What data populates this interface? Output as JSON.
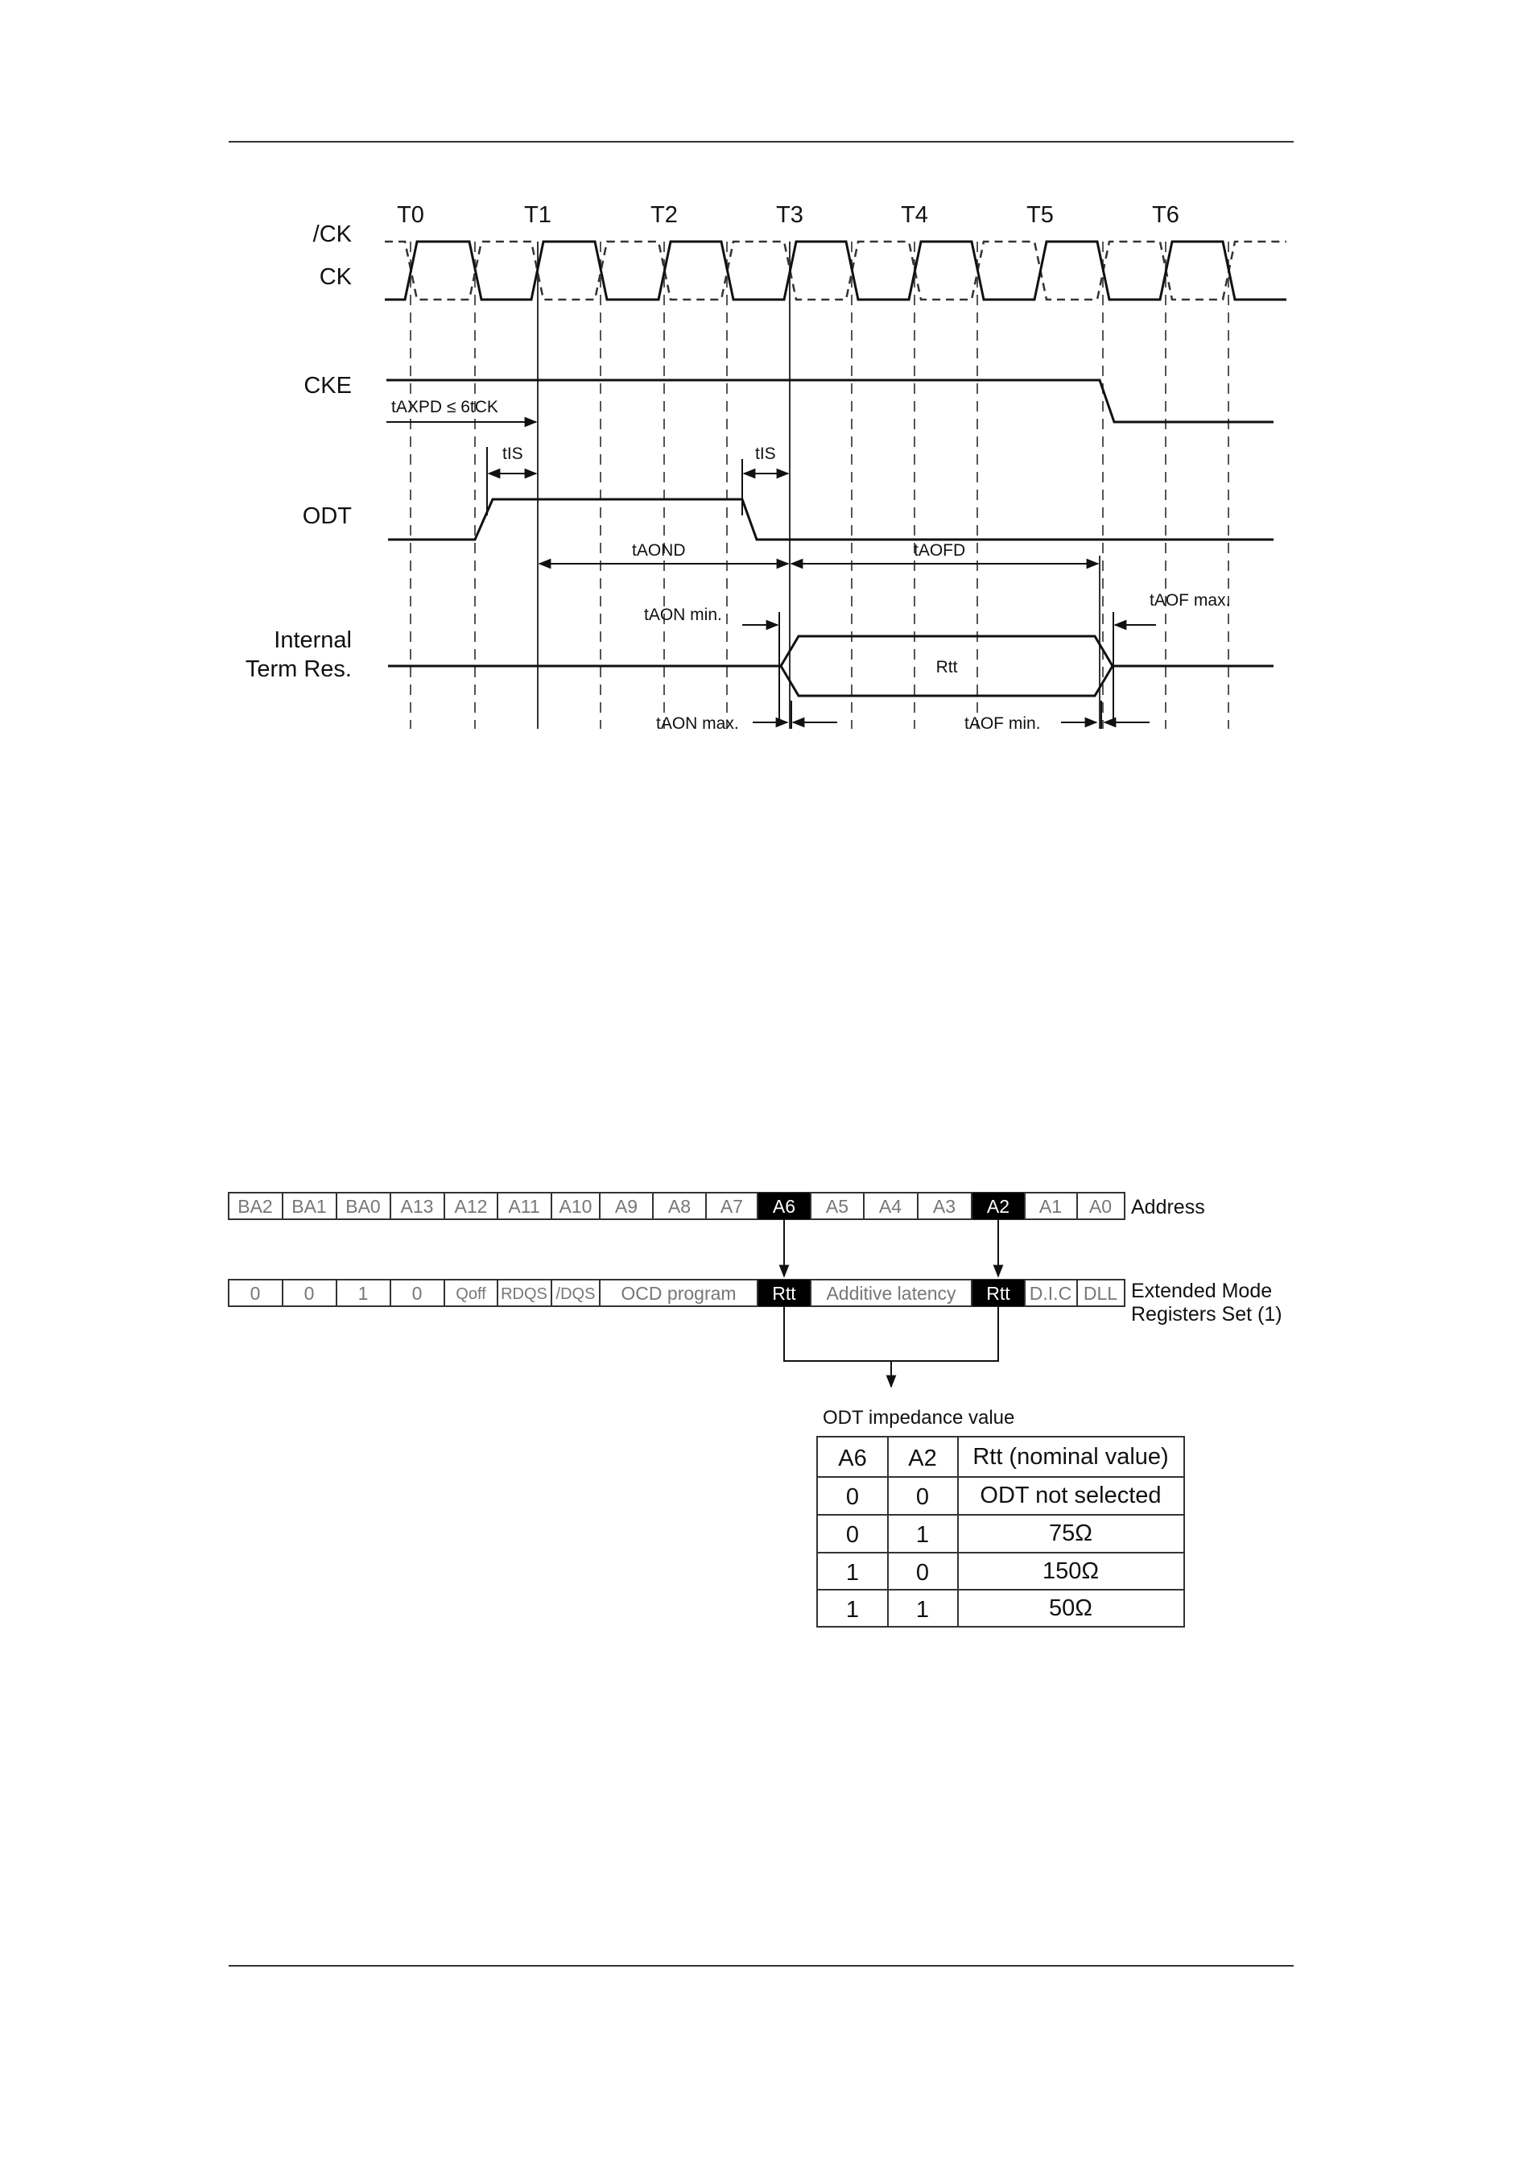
{
  "timing": {
    "clock_labels": [
      "T0",
      "T1",
      "T2",
      "T3",
      "T4",
      "T5",
      "T6"
    ],
    "signals": {
      "ck_bar": "/CK",
      "ck": "CK",
      "cke": "CKE",
      "odt": "ODT",
      "term_line1": "Internal",
      "term_line2": "Term Res."
    },
    "params": {
      "taxpd": "tAXPD ≤ 6tCK",
      "tis_1": "tIS",
      "tis_2": "tIS",
      "taond": "tAOND",
      "taofd": "tAOFD",
      "taon_min": "tAON min.",
      "taof_max": "tAOF max.",
      "taon_max": "tAON max.",
      "taof_min": "tAOF min.",
      "rtt": "Rtt"
    }
  },
  "registers": {
    "address_cells": [
      "BA2",
      "BA1",
      "BA0",
      "A13",
      "A12",
      "A11",
      "A10",
      "A9",
      "A8",
      "A7",
      "A6",
      "A5",
      "A4",
      "A3",
      "A2",
      "A1",
      "A0"
    ],
    "address_label": "Address",
    "emr_cells": [
      "0",
      "0",
      "1",
      "0",
      "Qoff",
      "RDQS",
      "/DQS",
      "OCD program",
      "Rtt",
      "Additive latency",
      "Rtt",
      "D.I.C",
      "DLL"
    ],
    "emr_label_line1": "Extended Mode",
    "emr_label_line2": "Registers Set (1)"
  },
  "odt_table": {
    "caption": "ODT impedance value",
    "headers": [
      "A6",
      "A2",
      "Rtt (nominal value)"
    ],
    "rows": [
      [
        "0",
        "0",
        "ODT not selected"
      ],
      [
        "0",
        "1",
        "75Ω"
      ],
      [
        "1",
        "0",
        "150Ω"
      ],
      [
        "1",
        "1",
        "50Ω"
      ]
    ]
  },
  "colors": {
    "line": "#111111",
    "highlight": "#000000",
    "grey_text": "#777777"
  }
}
